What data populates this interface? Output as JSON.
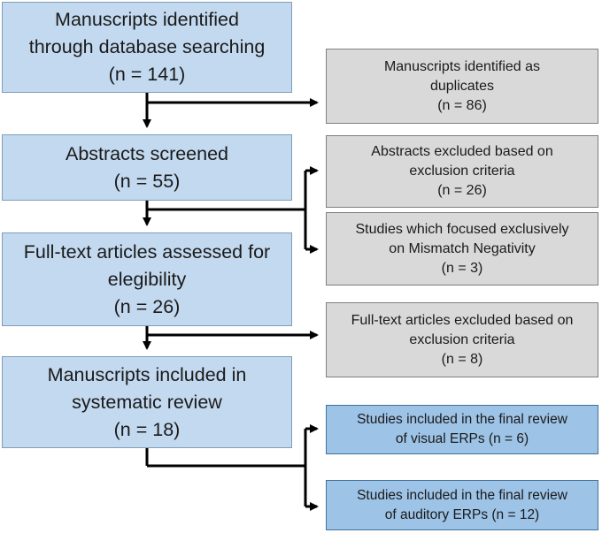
{
  "main": [
    {
      "lines": [
        "Manuscripts identified",
        "through database searching",
        "(n = 141)"
      ]
    },
    {
      "lines": [
        "Abstracts screened",
        "(n = 55)"
      ]
    },
    {
      "lines": [
        "Full-text articles assessed for",
        "elegibility",
        "(n = 26)"
      ]
    },
    {
      "lines": [
        "Manuscripts included in",
        "systematic review",
        "(n = 18)"
      ]
    }
  ],
  "excluded": [
    {
      "lines": [
        "Manuscripts identified as",
        "duplicates",
        "(n = 86)"
      ]
    },
    {
      "lines": [
        "Abstracts excluded based on",
        "exclusion criteria",
        "(n = 26)"
      ]
    },
    {
      "lines": [
        "Studies which focused exclusively",
        "on Mismatch Negativity",
        "(n = 3)"
      ]
    },
    {
      "lines": [
        "Full-text articles excluded based on",
        "exclusion criteria",
        "(n = 8)"
      ]
    }
  ],
  "final": [
    {
      "lines": [
        "Studies included in the final review",
        "of visual ERPs (n = 6)"
      ]
    },
    {
      "lines": [
        "Studies included in the final review",
        "of auditory ERPs (n = 12)"
      ]
    }
  ],
  "colors": {
    "main_fill": "#c3d9ef",
    "excluded_fill": "#d9d9d9",
    "final_fill": "#9dc3e6",
    "connector": "#000000"
  }
}
